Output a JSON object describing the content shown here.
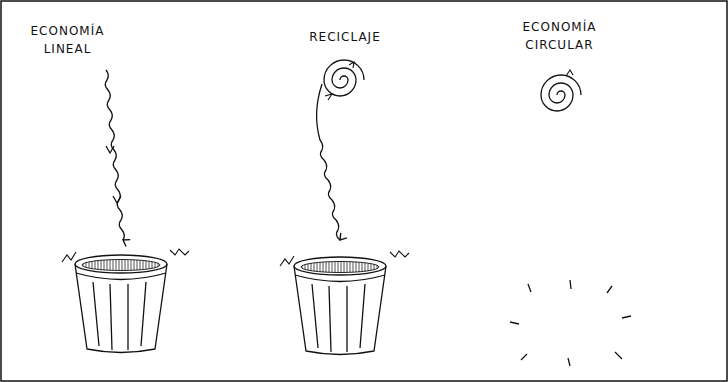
{
  "diagram": {
    "labels": [
      "ECONOMÍA LINEAL",
      "RECICLAJE",
      "ECONOMÍA CIRCULAR"
    ]
  }
}
